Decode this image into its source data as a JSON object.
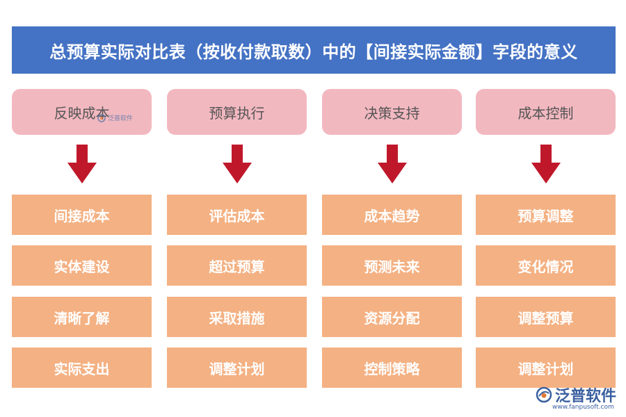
{
  "title": "总预算实际对比表（按收付款取数）中的【间接实际金额】字段的意义",
  "colors": {
    "title_bg": "#4472c4",
    "header_bg": "#f2b8c0",
    "item_bg": "#f4b183",
    "arrow": "#c0182b"
  },
  "columns": [
    {
      "header": "反映成本",
      "items": [
        "间接成本",
        "实体建设",
        "清晰了解",
        "实际支出"
      ]
    },
    {
      "header": "预算执行",
      "items": [
        "评估成本",
        "超过预算",
        "采取措施",
        "调整计划"
      ]
    },
    {
      "header": "决策支持",
      "items": [
        "成本趋势",
        "预测未来",
        "资源分配",
        "控制策略"
      ]
    },
    {
      "header": "成本控制",
      "items": [
        "预算调整",
        "变化情况",
        "调整预算",
        "调整计划"
      ]
    }
  ],
  "watermark": {
    "text": "泛普软件"
  },
  "logo": {
    "name": "泛普软件",
    "url": "www.fanpusoft.com",
    "icon": "fanpu-logo-icon"
  }
}
